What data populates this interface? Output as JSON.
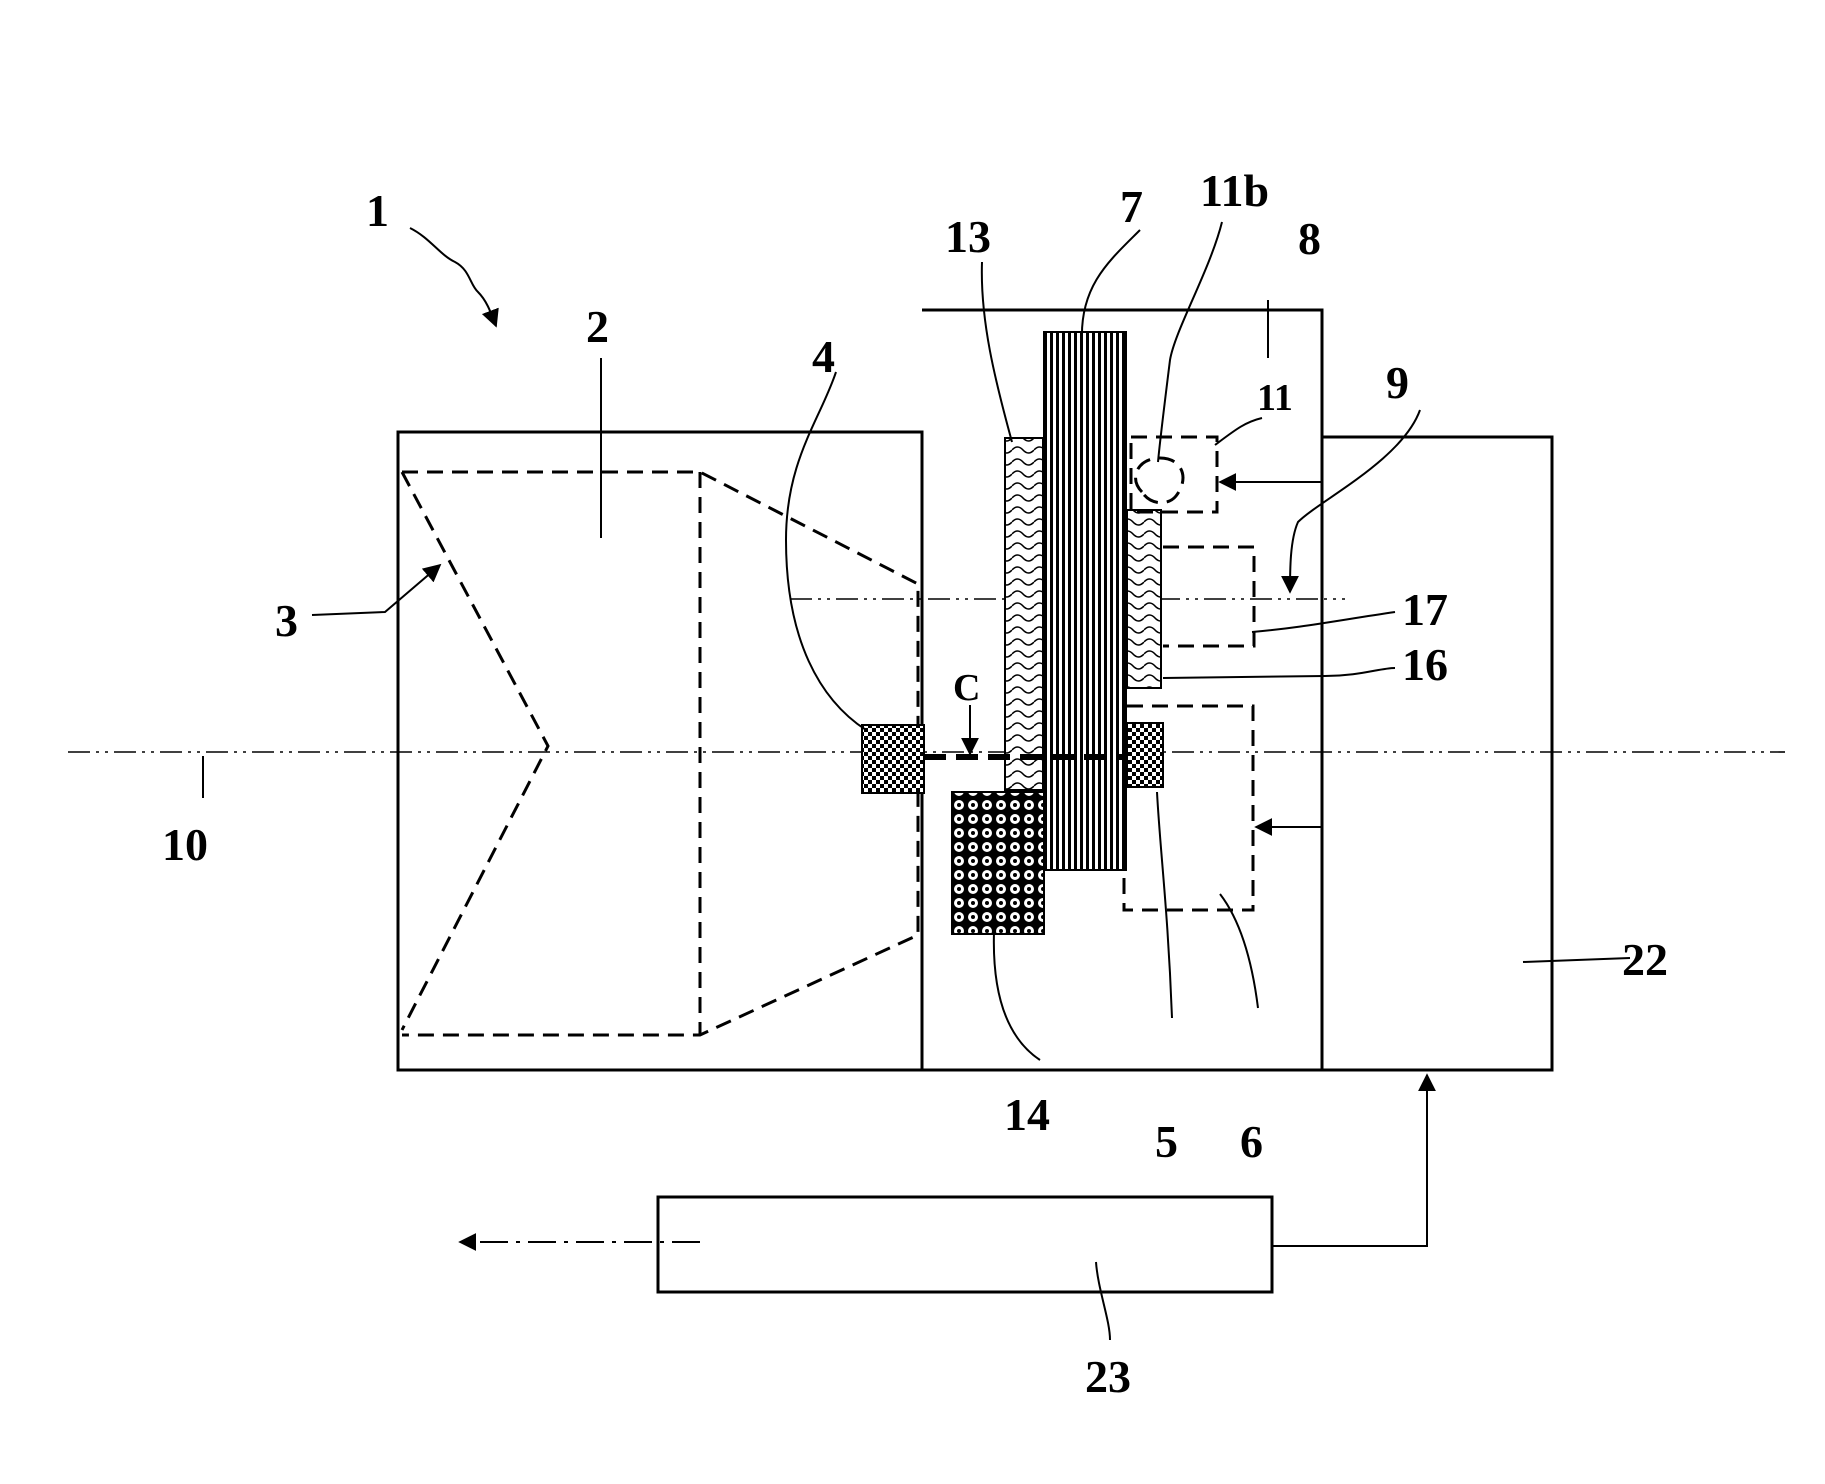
{
  "labels": {
    "l1": "1",
    "l2": "2",
    "l3": "3",
    "l4": "4",
    "l5": "5",
    "l6": "6",
    "l7": "7",
    "l8": "8",
    "l9": "9",
    "l10": "10",
    "l11": "11",
    "l11b": "11b",
    "l13": "13",
    "l14": "14",
    "l16": "16",
    "l17": "17",
    "l22": "22",
    "l23": "23",
    "lC": "C"
  }
}
